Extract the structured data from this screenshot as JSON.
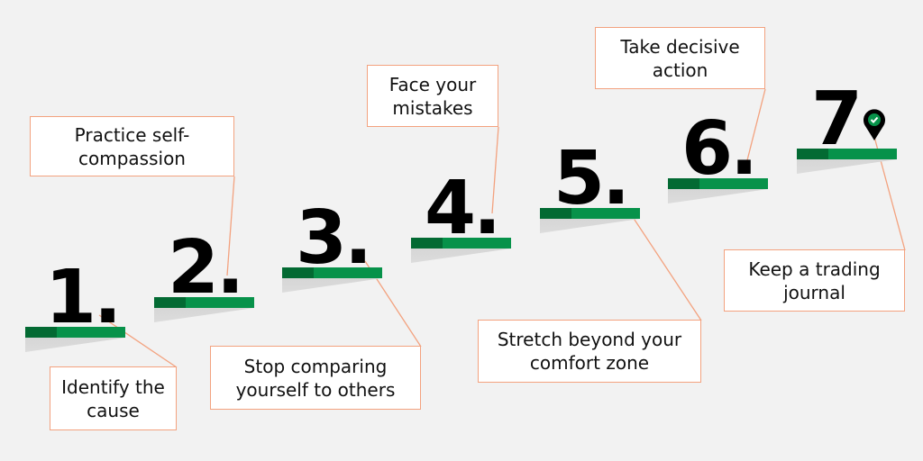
{
  "colors": {
    "bar_dark": "#036a33",
    "bar_light": "#07924a",
    "connector": "#f3a27f",
    "background": "#f2f2f2"
  },
  "steps": [
    {
      "number": "1.",
      "label": "Identify the cause"
    },
    {
      "number": "2.",
      "label": "Practice self-compassion"
    },
    {
      "number": "3.",
      "label": "Stop comparing yourself to others"
    },
    {
      "number": "4.",
      "label": "Face your mistakes"
    },
    {
      "number": "5.",
      "label": "Stretch beyond your comfort zone"
    },
    {
      "number": "6.",
      "label": "Take decisive action"
    },
    {
      "number": "7",
      "label": "Keep a trading journal",
      "icon": "map-pin-check-icon"
    }
  ]
}
